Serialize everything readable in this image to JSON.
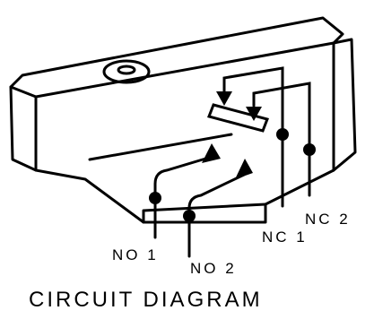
{
  "diagram": {
    "caption": "CIRCUIT DIAGRAM",
    "terminals": {
      "no1": "NO 1",
      "no2": "NO 2",
      "nc1": "NC 1",
      "nc2": "NC 2"
    },
    "ink_color": "#000000",
    "background_color": "#ffffff"
  }
}
